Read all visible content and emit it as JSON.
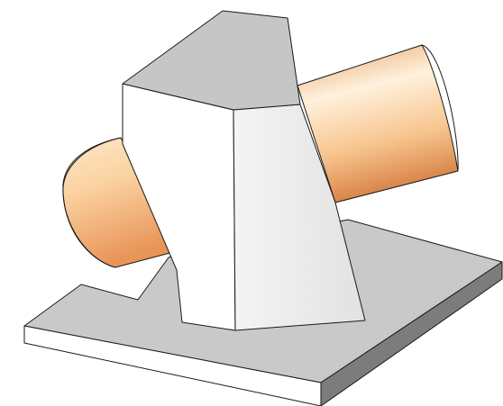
{
  "model": {
    "parts": [
      {
        "name": "base-plate",
        "color_top": "#c8c8c8",
        "color_front": "#ffffff",
        "color_side": "#7a7a7a"
      },
      {
        "name": "angled-block",
        "color_top": "#c6c6c6",
        "color_left": "#ffffff",
        "color_right": "#ececec"
      },
      {
        "name": "cylinder-shaft",
        "color_light": "#fff0d8",
        "color_mid": "#f6c48e",
        "color_dark": "#e08a52"
      }
    ]
  }
}
